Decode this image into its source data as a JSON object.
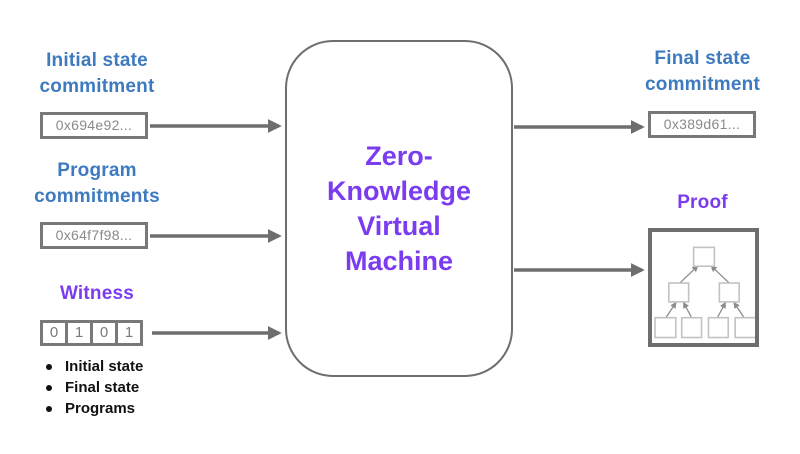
{
  "diagram": {
    "center": {
      "title": "Zero-\nKnowledge\nVirtual\nMachine"
    },
    "inputs": {
      "initial_state": {
        "title": "Initial state\ncommitment",
        "value": "0x694e92..."
      },
      "program": {
        "title": "Program\ncommitments",
        "value": "0x64f7f98..."
      },
      "witness": {
        "title": "Witness",
        "bits": [
          "0",
          "1",
          "0",
          "1"
        ],
        "items": [
          "Initial state",
          "Final state",
          "Programs"
        ]
      }
    },
    "outputs": {
      "final_state": {
        "title": "Final state\ncommitment",
        "value": "0x389d61..."
      },
      "proof": {
        "title": "Proof"
      }
    }
  },
  "colors": {
    "label_blue": "#3e7abf",
    "label_purple": "#7b3cf0",
    "arrow_gray": "#6e6e6e",
    "box_border_gray": "#787878",
    "muted_value_gray": "#8a8a8a",
    "note_black": "#111111"
  }
}
